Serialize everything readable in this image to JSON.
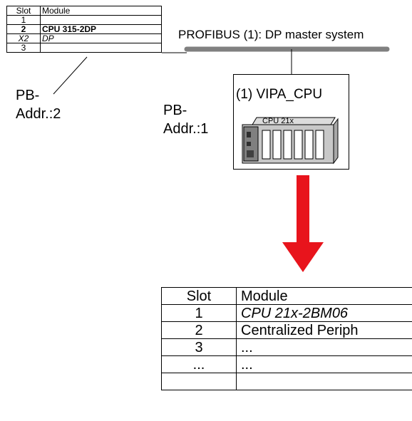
{
  "small_table": {
    "headers": [
      "Slot",
      "Module"
    ],
    "rows": [
      {
        "slot": "1",
        "module": ""
      },
      {
        "slot": "2",
        "module": "CPU 315-2DP"
      },
      {
        "slot": "X2",
        "module": "DP"
      },
      {
        "slot": "3",
        "module": ""
      }
    ]
  },
  "bus": {
    "label": "PROFIBUS (1): DP master system"
  },
  "pb_addr_master": {
    "line1": "PB-",
    "line2": "Addr.:2"
  },
  "pb_addr_slave": {
    "line1": "PB-",
    "line2": "Addr.:1"
  },
  "slave": {
    "title": "(1) VIPA_CPU",
    "device_label": "CPU 21x"
  },
  "big_table": {
    "headers": [
      "Slot",
      "Module"
    ],
    "rows": [
      {
        "slot": "1",
        "module": "CPU 21x-2BM06"
      },
      {
        "slot": "2",
        "module": "Centralized Periph"
      },
      {
        "slot": "3",
        "module": "..."
      },
      {
        "slot": "...",
        "module": "..."
      },
      {
        "slot": "",
        "module": ""
      }
    ]
  },
  "colors": {
    "bus": "#808080",
    "arrow": "#e8141c",
    "device_body": "#c8c8c8"
  }
}
